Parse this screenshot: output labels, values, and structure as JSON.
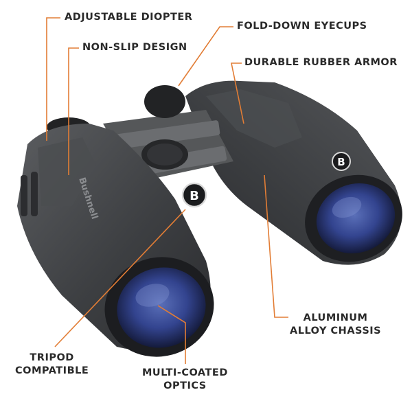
{
  "labels": {
    "adjustable_diopter": "ADJUSTABLE DIOPTER",
    "non_slip_design": "NON-SLIP DESIGN",
    "fold_down_eyecups": "FOLD-DOWN EYECUPS",
    "durable_rubber_armor": "DURABLE RUBBER ARMOR",
    "aluminum_alloy_chassis": [
      "ALUMINUM",
      "ALLOY CHASSIS"
    ],
    "tripod_compatible": [
      "TRIPOD",
      "COMPATIBLE"
    ],
    "multi_coated_optics": [
      "MULTI-COATED",
      "OPTICS"
    ]
  },
  "brand": {
    "wordmark": "Bushnell",
    "badge_letter": "B"
  },
  "colors": {
    "leader": "#e27d35",
    "text": "#2a2a2a",
    "body": "#3a3b3d",
    "lens": "#2a3a7a"
  }
}
